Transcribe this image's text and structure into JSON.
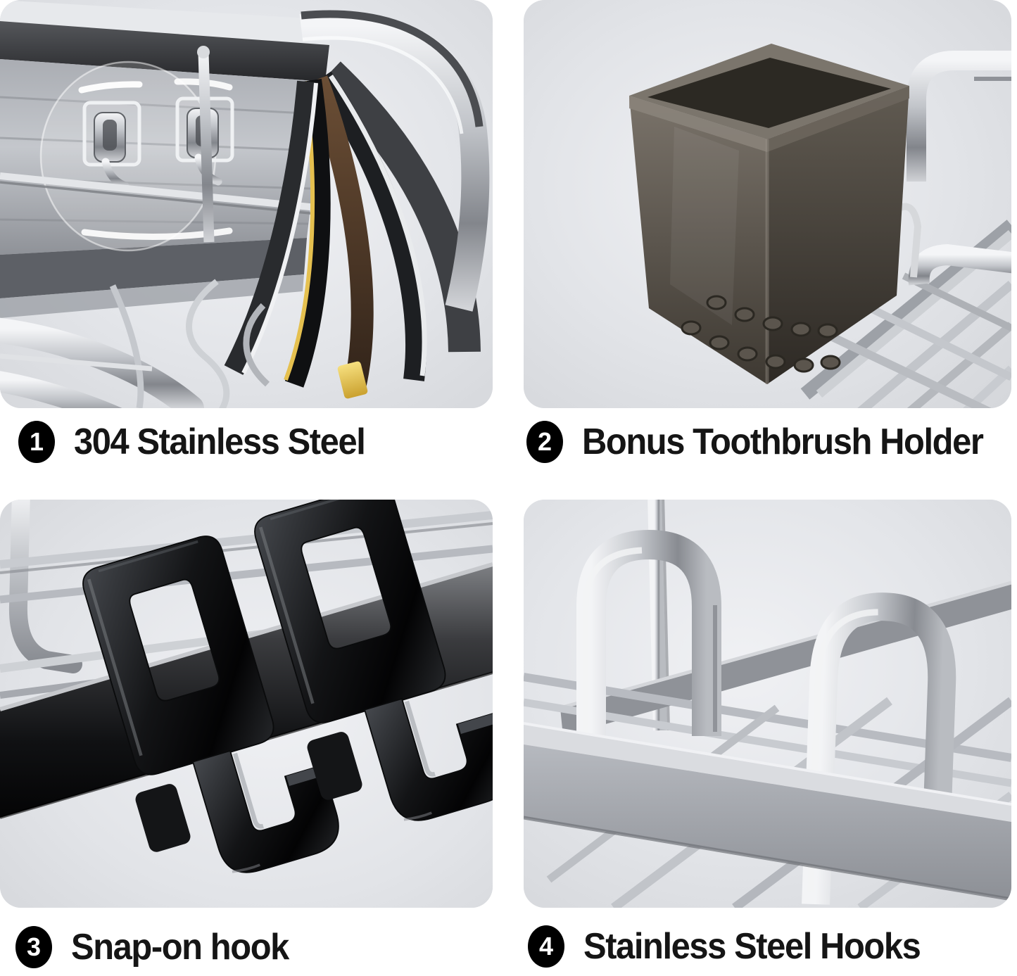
{
  "page": {
    "background": "#ffffff",
    "tile_background": "#dde0e4"
  },
  "features": [
    {
      "number": "1",
      "label": "304 Stainless Steel",
      "photo": "stainless-steel-layers-photo"
    },
    {
      "number": "2",
      "label": "Bonus Toothbrush Holder",
      "photo": "toothbrush-holder-photo"
    },
    {
      "number": "3",
      "label": "Snap-on hook",
      "photo": "snap-on-hook-photo"
    },
    {
      "number": "4",
      "label": "Stainless Steel Hooks",
      "photo": "stainless-steel-hooks-photo"
    }
  ],
  "colors": {
    "badge_bg": "#000000",
    "badge_text": "#ffffff",
    "label_text": "#151515",
    "steel_light": "#eceef1",
    "steel_mid": "#b9bcc2",
    "steel_dark": "#3f4145",
    "gloss_black": "#0a0b0c",
    "gold_accent": "#e3bf4e",
    "bronze_accent": "#4a3624",
    "smoke_plastic": "#4c463f"
  }
}
